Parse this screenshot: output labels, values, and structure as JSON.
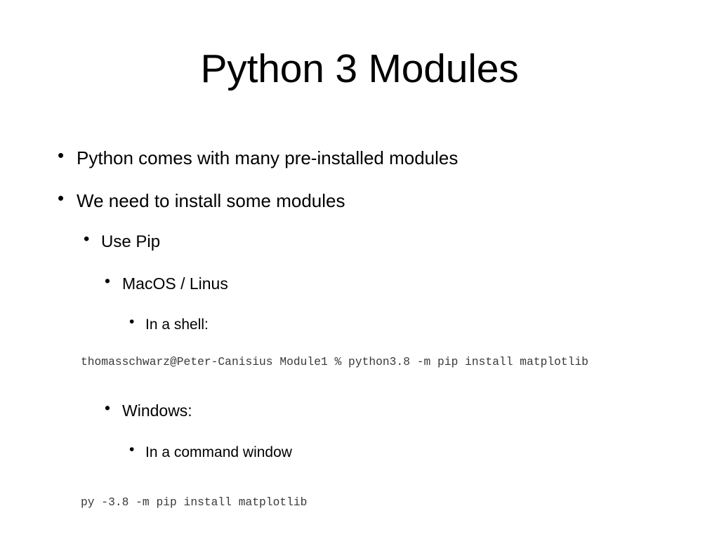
{
  "slide": {
    "title": "Python 3 Modules",
    "background_color": "#ffffff",
    "text_color": "#000000",
    "code_color": "#3a3a3a",
    "bullet_glyph": "•"
  },
  "bullets": [
    {
      "level": 1,
      "text": "Python comes with many pre-installed modules"
    },
    {
      "level": 1,
      "text": "We need to install some modules"
    },
    {
      "level": 2,
      "text": "Use Pip"
    },
    {
      "level": 3,
      "text": "MacOS / Linus"
    },
    {
      "level": 4,
      "text": "In a shell:"
    },
    {
      "level": 3,
      "text": "Windows:"
    },
    {
      "level": 4,
      "text": "In a command window"
    }
  ],
  "commands": {
    "mac": "thomasschwarz@Peter-Canisius Module1 % python3.8 -m pip install matplotlib",
    "windows": "py -3.8 -m pip install matplotlib"
  }
}
